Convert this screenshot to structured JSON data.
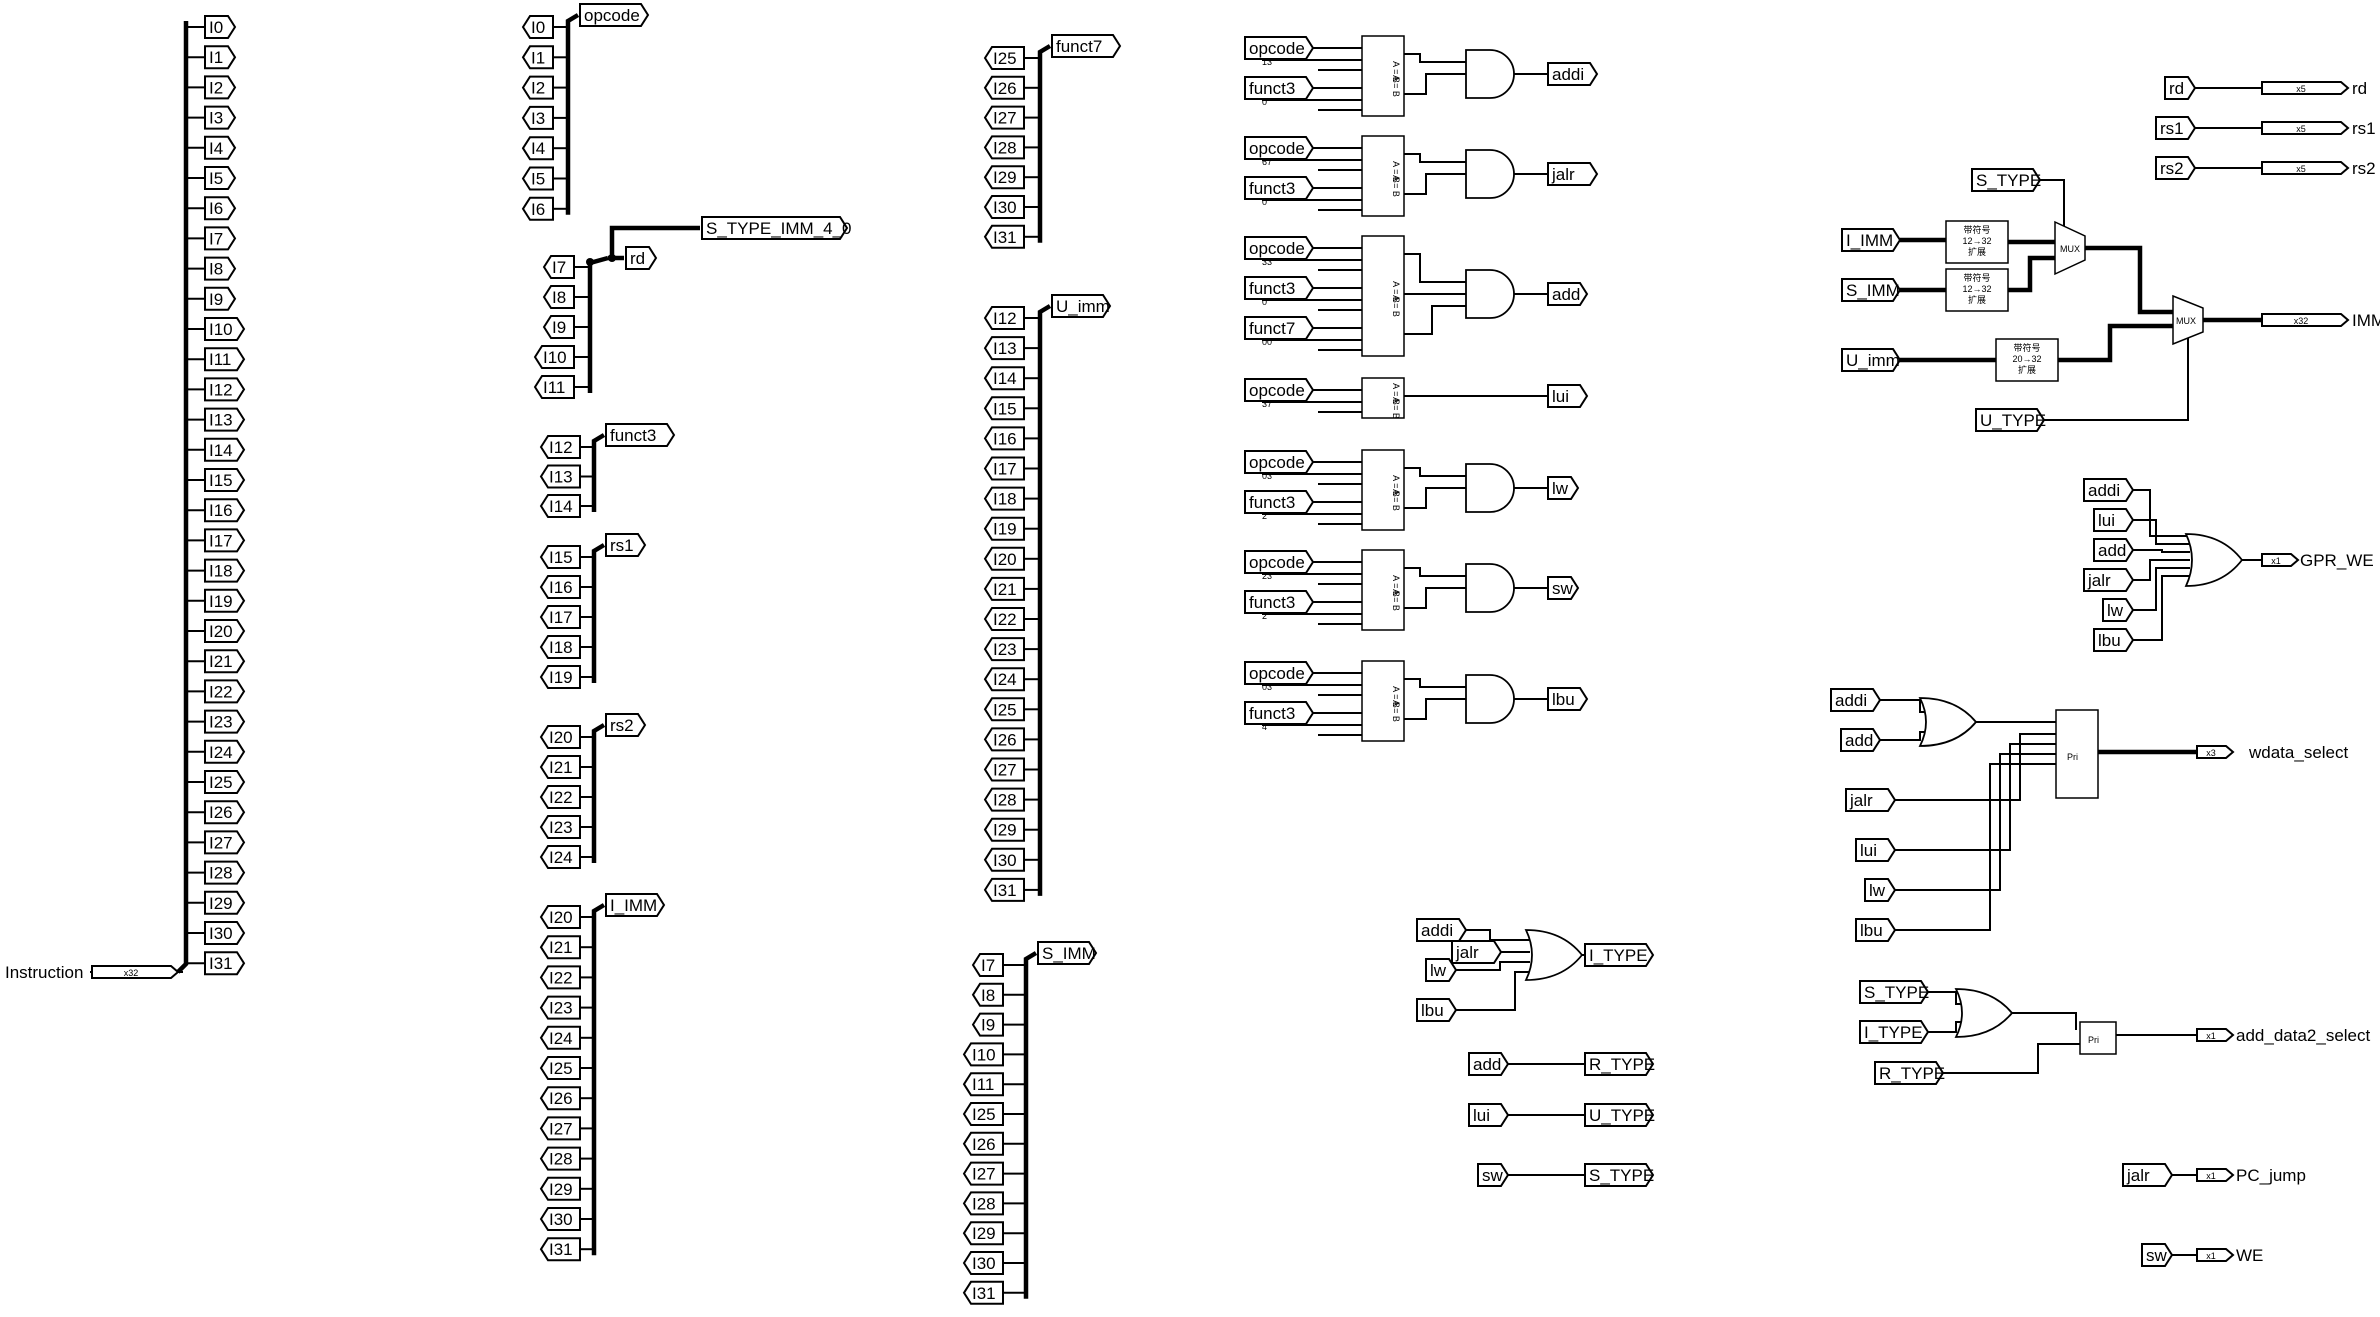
{
  "instruction": {
    "label": "Instruction",
    "width": "x32",
    "split": [
      "I0",
      "I1",
      "I2",
      "I3",
      "I4",
      "I5",
      "I6",
      "I7",
      "I8",
      "I9",
      "I10",
      "I11",
      "I12",
      "I13",
      "I14",
      "I15",
      "I16",
      "I17",
      "I18",
      "I19",
      "I20",
      "I21",
      "I22",
      "I23",
      "I24",
      "I25",
      "I26",
      "I27",
      "I28",
      "I29",
      "I30",
      "I31"
    ]
  },
  "fields": [
    {
      "name": "opcode",
      "bits": [
        "I0",
        "I1",
        "I2",
        "I3",
        "I4",
        "I5",
        "I6"
      ]
    },
    {
      "name": "rd",
      "bits": [
        "I7",
        "I8",
        "I9",
        "I10",
        "I11"
      ],
      "extra_output": "S_TYPE_IMM_4_0"
    },
    {
      "name": "funct3",
      "bits": [
        "I12",
        "I13",
        "I14"
      ]
    },
    {
      "name": "rs1",
      "bits": [
        "I15",
        "I16",
        "I17",
        "I18",
        "I19"
      ]
    },
    {
      "name": "rs2",
      "bits": [
        "I20",
        "I21",
        "I22",
        "I23",
        "I24"
      ]
    },
    {
      "name": "I_IMM",
      "bits": [
        "I20",
        "I21",
        "I22",
        "I23",
        "I24",
        "I25",
        "I26",
        "I27",
        "I28",
        "I29",
        "I30",
        "I31"
      ]
    },
    {
      "name": "funct7",
      "bits": [
        "I25",
        "I26",
        "I27",
        "I28",
        "I29",
        "I30",
        "I31"
      ]
    },
    {
      "name": "U_imm",
      "bits": [
        "I12",
        "I13",
        "I14",
        "I15",
        "I16",
        "I17",
        "I18",
        "I19",
        "I20",
        "I21",
        "I22",
        "I23",
        "I24",
        "I25",
        "I26",
        "I27",
        "I28",
        "I29",
        "I30",
        "I31"
      ]
    },
    {
      "name": "S_IMM",
      "bits": [
        "I7",
        "I8",
        "I9",
        "I10",
        "I11",
        "I25",
        "I26",
        "I27",
        "I28",
        "I29",
        "I30",
        "I31"
      ]
    }
  ],
  "decoders": [
    {
      "out": "addi",
      "terms": [
        {
          "sig": "opcode",
          "const": "13"
        },
        {
          "sig": "funct3",
          "const": "0"
        }
      ]
    },
    {
      "out": "jalr",
      "terms": [
        {
          "sig": "opcode",
          "const": "67"
        },
        {
          "sig": "funct3",
          "const": "0"
        }
      ]
    },
    {
      "out": "add",
      "terms": [
        {
          "sig": "opcode",
          "const": "33"
        },
        {
          "sig": "funct3",
          "const": "0"
        },
        {
          "sig": "funct7",
          "const": "00"
        }
      ]
    },
    {
      "out": "lui",
      "terms": [
        {
          "sig": "opcode",
          "const": "37"
        }
      ]
    },
    {
      "out": "lw",
      "terms": [
        {
          "sig": "opcode",
          "const": "03"
        },
        {
          "sig": "funct3",
          "const": "2"
        }
      ]
    },
    {
      "out": "sw",
      "terms": [
        {
          "sig": "opcode",
          "const": "23"
        },
        {
          "sig": "funct3",
          "const": "2"
        }
      ]
    },
    {
      "out": "lbu",
      "terms": [
        {
          "sig": "opcode",
          "const": "03"
        },
        {
          "sig": "funct3",
          "const": "4"
        }
      ]
    }
  ],
  "comparator_text": "A = B",
  "type_logic": {
    "i_type": {
      "inputs": [
        "addi",
        "jalr",
        "lw",
        "lbu"
      ],
      "out": "I_TYPE"
    },
    "r_type": {
      "in": "add",
      "out": "R_TYPE"
    },
    "u_type": {
      "in": "lui",
      "out": "U_TYPE"
    },
    "s_type": {
      "in": "sw",
      "out": "S_TYPE"
    }
  },
  "register_outputs": [
    {
      "in": "rd",
      "width": "x5",
      "out": "rd"
    },
    {
      "in": "rs1",
      "width": "x5",
      "out": "rs1"
    },
    {
      "in": "rs2",
      "width": "x5",
      "out": "rs2"
    }
  ],
  "imm_unit": {
    "sel1": "S_TYPE",
    "in_a": "I_IMM",
    "in_b": "S_IMM",
    "in_c": "U_imm",
    "sel2": "U_TYPE",
    "ext_a": [
      "带符号",
      "12→32",
      "扩展"
    ],
    "ext_b": [
      "带符号",
      "12→32",
      "扩展"
    ],
    "ext_c": [
      "带符号",
      "20→32",
      "扩展"
    ],
    "mux_label": "MUX",
    "width": "x32",
    "out": "IMM"
  },
  "gpr_we": {
    "inputs": [
      "addi",
      "lui",
      "add",
      "jalr",
      "lw",
      "lbu"
    ],
    "width": "x1",
    "out": "GPR_WE"
  },
  "wdata_select": {
    "or_inputs": [
      "addi",
      "add"
    ],
    "inputs": [
      "jalr",
      "lui",
      "lw",
      "lbu"
    ],
    "encoder": "Pri",
    "width": "x3",
    "out": "wdata_select"
  },
  "add_data2_select": {
    "or_inputs": [
      "S_TYPE",
      "I_TYPE"
    ],
    "input": "R_TYPE",
    "encoder": "Pri",
    "width": "x1",
    "out": "add_data2_select"
  },
  "pc_jump": {
    "in": "jalr",
    "width": "x1",
    "out": "PC_jump"
  },
  "we": {
    "in": "sw",
    "width": "x1",
    "out": "WE"
  }
}
